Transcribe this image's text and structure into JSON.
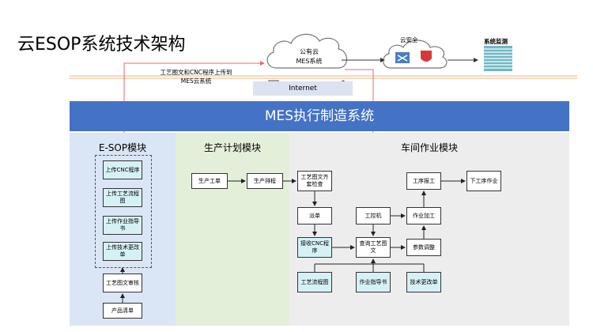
{
  "title": "云ESOP系统技术架构",
  "cloud": {
    "line1": "公有云",
    "line2": "MES系统"
  },
  "security": {
    "label": "云安全"
  },
  "monitor": {
    "label": "系统监测"
  },
  "upload_note": {
    "line1": "工艺图文和CNC程序上传到",
    "line2": "MES云系统"
  },
  "internet": {
    "label": "Internet"
  },
  "banner": {
    "label": "MES执行制造系统"
  },
  "panels": {
    "esop": {
      "title": "E-SOP模块"
    },
    "plan": {
      "title": "生产计划模块"
    },
    "shop": {
      "title": "车间作业模块"
    }
  },
  "esop_boxes": [
    "上传CNC程序",
    "上传工艺流程图",
    "上传作业指导书",
    "上传技术更改单",
    "工艺图文审核",
    "产品清单"
  ],
  "plan_boxes": [
    "生产工单",
    "生产排程"
  ],
  "shop_boxes": {
    "check": "工艺图文齐套检查",
    "dispatch": "派单",
    "receive_cnc": "接收CNC程序",
    "pc": "工控机",
    "query": "查询工艺图文",
    "params": "参数调整",
    "process": "作业加工",
    "report": "工序报工",
    "next": "下工序作业",
    "flowchart": "工艺流程图",
    "guide": "作业指导书",
    "change": "技术更改单"
  },
  "colors": {
    "banner": "#4472c4",
    "esop_bg": "#dae6f5",
    "plan_bg": "#e4efda",
    "shop_bg": "#ededed",
    "cyan_box": "#d6f1f5",
    "arrow_red": "#e46b6b"
  }
}
